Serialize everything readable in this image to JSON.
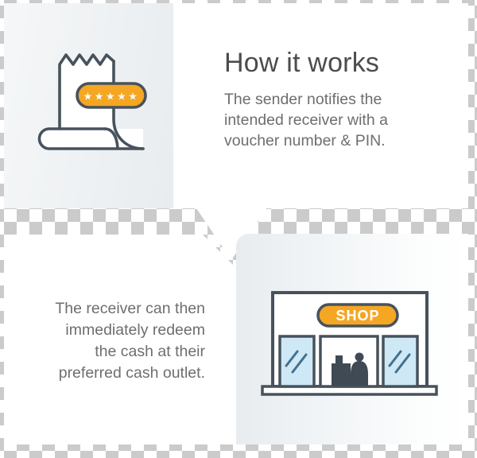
{
  "top_section": {
    "title": "How it works",
    "desc_lines": [
      "The sender notifies the",
      "intended receiver with a",
      "voucher number & PIN."
    ],
    "voucher_icon": {
      "stars": "★★★★★"
    }
  },
  "bottom_section": {
    "desc_lines": [
      "The receiver can then",
      "immediately redeem",
      "the cash at their",
      "preferred cash outlet."
    ],
    "shop_sign": "SHOP"
  },
  "colors": {
    "accent_orange": "#f5a623",
    "outline_slate": "#47525c",
    "glass_blue": "#cfe8f5",
    "glass_line_blue": "#44708e",
    "title_gray": "#4c4c4c",
    "body_gray": "#6e6e6e",
    "transparency_checker": "#cbcbcb"
  }
}
